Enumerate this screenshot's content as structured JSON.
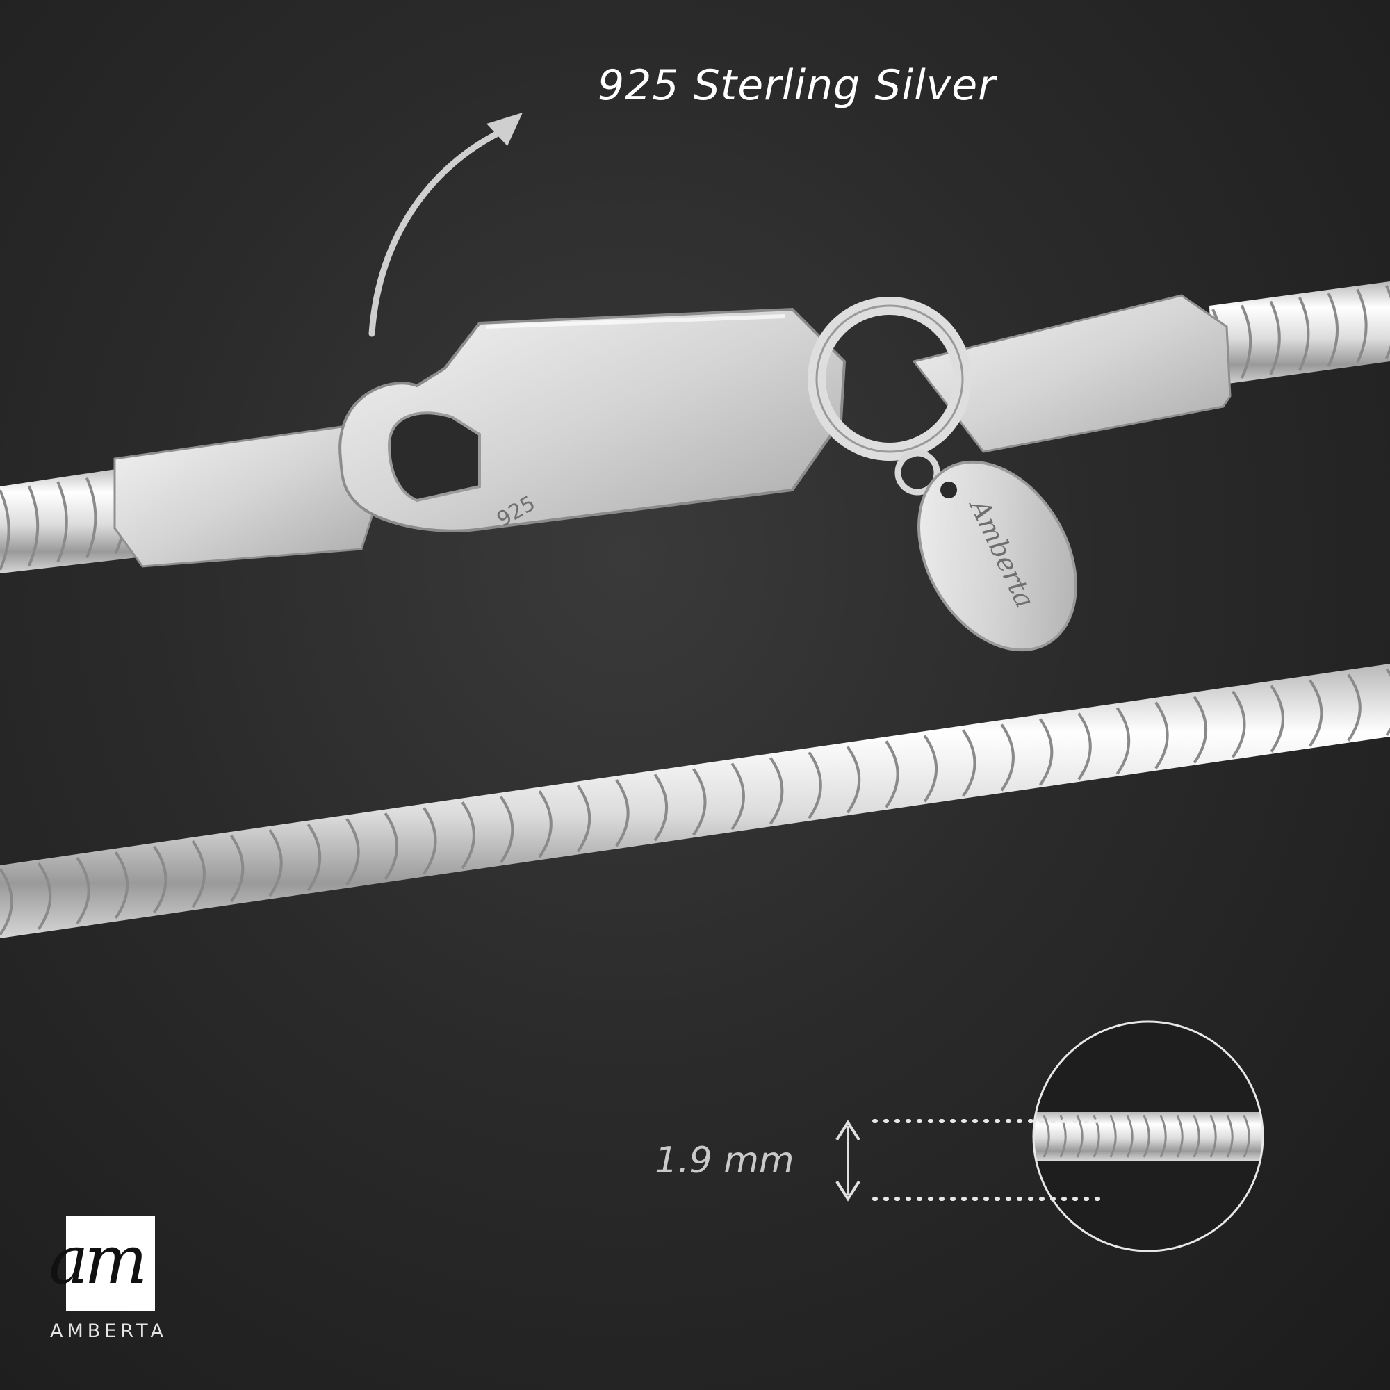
{
  "headline": "925 Sterling Silver",
  "dimension": {
    "label": "1.9 mm"
  },
  "clasp_stamp": "925",
  "tag_engraving": "Amberta",
  "brand": {
    "monogram": "am",
    "wordmark": "AMBERTA"
  },
  "colors": {
    "background": "#262626",
    "silver": "#e2e2e2",
    "text": "#ffffff"
  },
  "icons": [
    "curved-arrow-icon",
    "double-arrow-icon",
    "brand-logo-icon"
  ]
}
